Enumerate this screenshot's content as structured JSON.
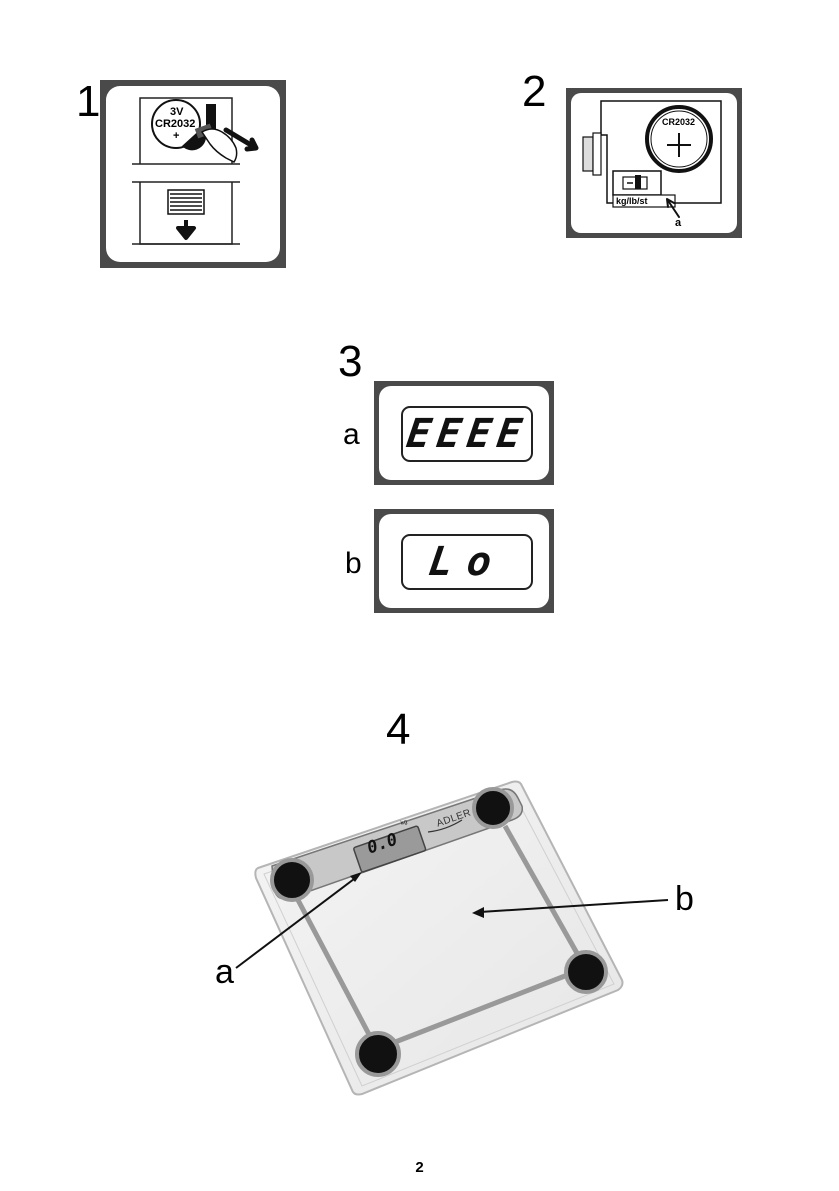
{
  "page_number": "2",
  "figures": {
    "fig1": {
      "number": "1",
      "battery_voltage": "3V",
      "battery_model": "CR2032",
      "battery_polarity": "+"
    },
    "fig2": {
      "number": "2",
      "battery_model": "CR2032",
      "switch_label": "kg/lb/st",
      "pointer_label": "a"
    },
    "fig3": {
      "number": "3",
      "display_a": {
        "label": "a",
        "text": "EEEE"
      },
      "display_b": {
        "label": "b",
        "text": "Lo"
      }
    },
    "fig4": {
      "number": "4",
      "brand": "ADLER",
      "display_reading": "0.0",
      "display_unit": "kg",
      "label_a": "a",
      "label_b": "b"
    }
  }
}
